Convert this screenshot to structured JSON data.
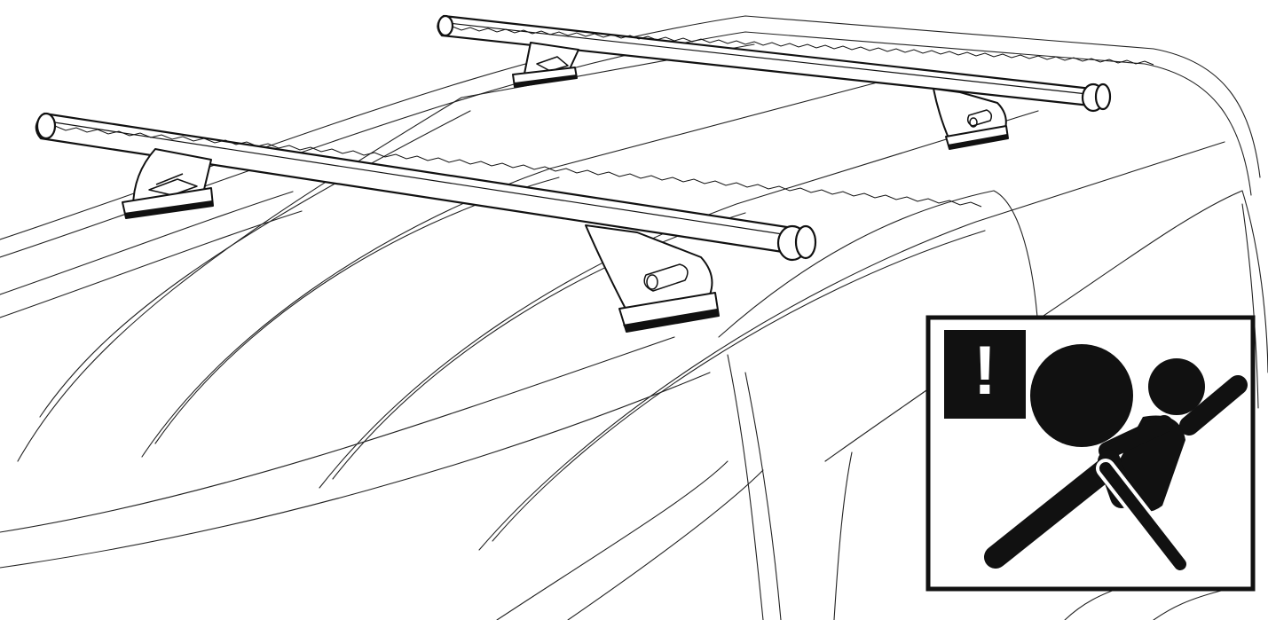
{
  "illustration": {
    "subject": "roof-rack-crossbars-on-vehicle-roof",
    "crossbars": 2,
    "feet": 4
  },
  "warning_icon": {
    "icon": "airbag-warning-icon",
    "badge_icon": "exclamation-icon",
    "badge_symbol": "!",
    "color": "#111111",
    "background": "#ffffff"
  }
}
